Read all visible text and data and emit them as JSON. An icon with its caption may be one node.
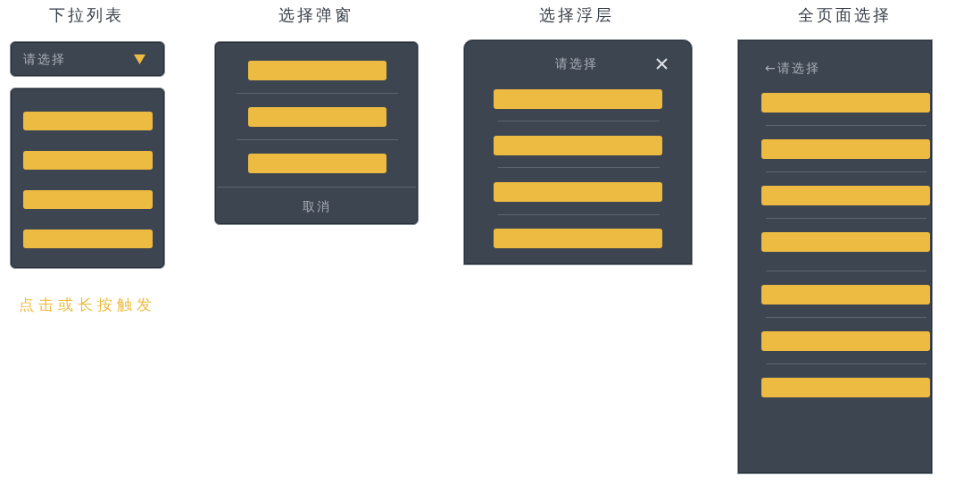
{
  "diagram": {
    "nodes": [
      {
        "text": [
          "请选择"
        ],
        "beside": [
          "下拉列表"
        ]
      },
      {
        "text": [],
        "shape": "box",
        "beside": [
          "点击或长按触发"
        ]
      },
      {
        "text": [],
        "shape": "bar",
        "in": 1
      },
      {
        "text": [],
        "shape": "bar",
        "in": 1
      },
      {
        "text": [],
        "shape": "bar",
        "in": 1
      },
      {
        "text": [],
        "shape": "bar",
        "in": 1
      },
      {
        "text": [
          "取消"
        ],
        "beside": [
          "选择弹窗"
        ]
      },
      {
        "text": [],
        "shape": "bar",
        "in": 6
      },
      {
        "text": [],
        "shape": "bar",
        "in": 6
      },
      {
        "text": [],
        "shape": "bar",
        "in": 6
      },
      {
        "text": [
          "请选择"
        ],
        "beside": [
          "选择浮层"
        ]
      },
      {
        "text": [],
        "shape": "bar",
        "in": 10
      },
      {
        "text": [],
        "shape": "bar",
        "in": 10
      },
      {
        "text": [],
        "shape": "bar",
        "in": 10
      },
      {
        "text": [],
        "shape": "bar",
        "in": 10
      },
      {
        "text": [
          "←请选择"
        ],
        "beside": [
          "全页面选择"
        ]
      },
      {
        "text": [],
        "shape": "bar",
        "in": 15
      },
      {
        "text": [],
        "shape": "bar",
        "in": 15
      },
      {
        "text": [],
        "shape": "bar",
        "in": 15
      },
      {
        "text": [],
        "shape": "bar",
        "in": 15
      },
      {
        "text": [],
        "shape": "bar",
        "in": 15
      },
      {
        "text": [],
        "shape": "bar",
        "in": 15
      },
      {
        "text": [],
        "shape": "bar",
        "in": 15
      }
    ]
  }
}
